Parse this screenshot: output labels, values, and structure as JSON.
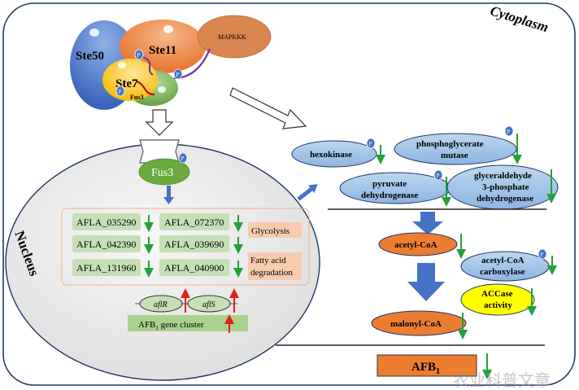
{
  "cytoplasm_label": "Cytoplasm",
  "nucleus_label": "Nucleus",
  "complex": {
    "ste50": "Ste50",
    "ste11": "Ste11",
    "ste7": "Ste7",
    "fus3_small": "Fus3",
    "mapkkk": "MAPKKK",
    "phospho": "P"
  },
  "fus3_label": "Fus3",
  "genes": [
    [
      "AFLA_035290",
      "AFLA_072370"
    ],
    [
      "AFLA_042390",
      "AFLA_039690"
    ],
    [
      "AFLA_131960",
      "AFLA_040900"
    ]
  ],
  "gene_categories": {
    "glycolysis": "Glycolysis",
    "fatty_acid_line1": "Fatty acid",
    "fatty_acid_line2": "degradation"
  },
  "cluster": {
    "aflR": "aflR",
    "aflS": "aflS",
    "label_prefix": "AFB",
    "label_sub": "1",
    "label_suffix": " gene cluster"
  },
  "enzymes": {
    "hexokinase": "hexokinase",
    "phosphoglycerate_line1": "phosphoglycerate",
    "phosphoglycerate_line2": "mutase",
    "pyruvate_line1": "pyruvate",
    "pyruvate_line2": "dehydrogenase",
    "g3p_line1": "glyceraldehyde",
    "g3p_line2": "3-phosphate",
    "g3p_line3": "dehydrogenase",
    "acetyl_coa": "acetyl-CoA",
    "acc_line1": "acetyl-CoA",
    "acc_line2": "carboxylase",
    "accase_line1": "ACCase",
    "accase_line2": "activity",
    "malonyl_coa": "malonyl-CoA",
    "afb_prefix": "AFB",
    "afb_sub": "1"
  },
  "watermark": "农业科普文章",
  "colors": {
    "down_arrow": "#22a03c",
    "up_arrow": "#e0201c",
    "enzyme_fill": "#9dc3e6",
    "product_fill": "#ed7d31",
    "accase_fill": "#ffff00",
    "phospho_fill": "#4472c4",
    "big_arrow": "#4472c4",
    "ste50": "#4472c4",
    "ste11": "#ed7d31",
    "ste7": "#ffc000",
    "fus3": "#70ad47",
    "mapkkk": "#d9854f",
    "gene_box": "#c5e0b4",
    "category_box": "#f8cbad",
    "cluster_box": "#a9d18e",
    "nucleus_fill": "#eeeeee"
  }
}
